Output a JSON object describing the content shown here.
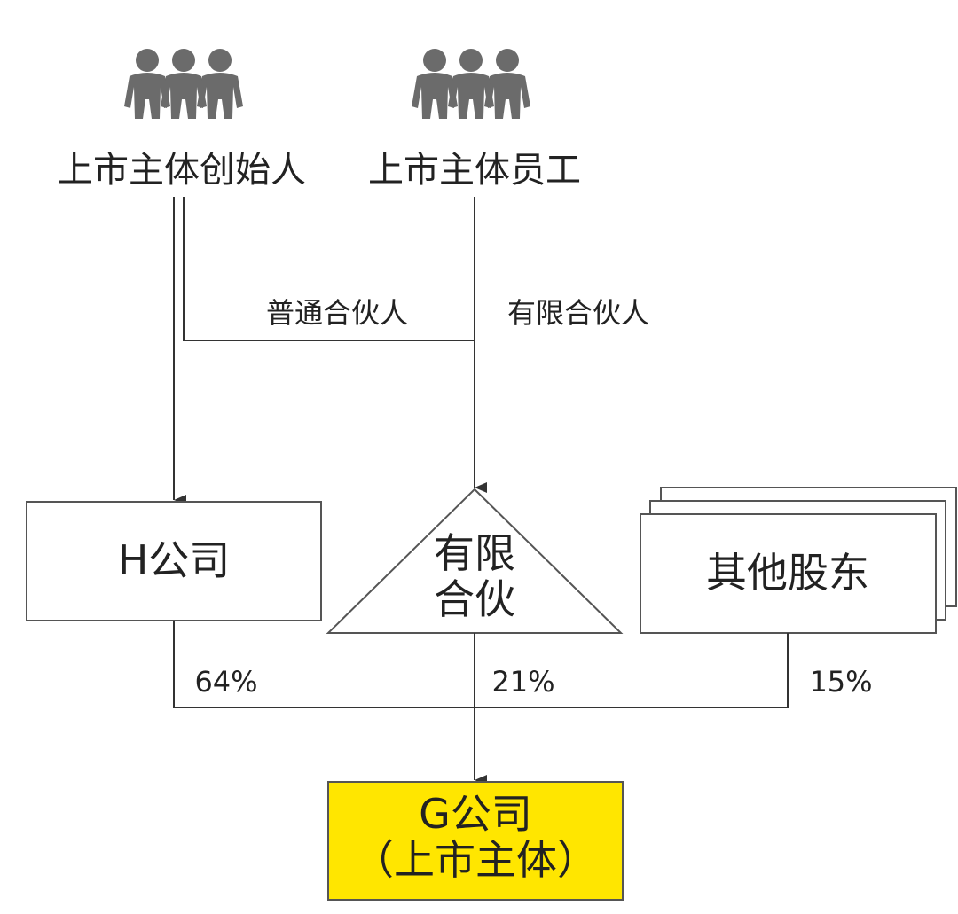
{
  "people": {
    "founders_label": "上市主体创始人",
    "employees_label": "上市主体员工",
    "founders_icon": "people-group-icon",
    "employees_icon": "people-group-icon",
    "icon_color": "#6b6b6b"
  },
  "relations": {
    "general_partner": "普通合伙人",
    "limited_partner": "有限合伙人"
  },
  "entities": {
    "h_company": "H公司",
    "partnership_line1": "有限",
    "partnership_line2": "合伙",
    "other_shareholders": "其他股东",
    "g_company_line1": "G公司",
    "g_company_line2": "（上市主体）",
    "g_company_color": "#ffe600"
  },
  "shares": {
    "h_company": "64%",
    "partnership": "21%",
    "other_shareholders": "15%"
  }
}
